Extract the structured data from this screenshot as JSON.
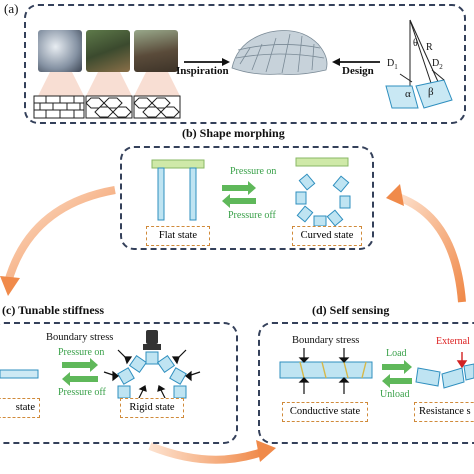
{
  "panel_a": {
    "label": "(a)",
    "inspiration": "Inspiration",
    "design": "Design",
    "geometry_labels": {
      "theta": "θ",
      "r": "R",
      "d1": "D",
      "d1_sub": "1",
      "d2": "D",
      "d2_sub": "2",
      "alpha": "α",
      "beta": "β"
    }
  },
  "panel_b": {
    "title": "(b) Shape morphing",
    "pressure_on": "Pressure on",
    "pressure_off": "Pressure off",
    "flat_state": "Flat state",
    "curved_state": "Curved state"
  },
  "panel_c": {
    "title": "(c) Tunable stiffness",
    "boundary_stress": "Boundary stress",
    "pressure_on": "Pressure on",
    "pressure_off": "Pressure off",
    "left_state_partial": "state",
    "rigid_state": "Rigid state"
  },
  "panel_d": {
    "title": "(d) Self sensing",
    "boundary_stress": "Boundary stress",
    "load": "Load",
    "unload": "Unload",
    "external_partial": "External",
    "conductive_state": "Conductive state",
    "resistance_partial": "Resistance s"
  },
  "colors": {
    "panel_border": "#34405a",
    "cell_fill": "#bfe4f2",
    "cell_stroke": "#2f8fbf",
    "state_border": "#d08a3a",
    "green": "#3aa14a",
    "arrow_orange": "#f2a06a",
    "red": "#d22222"
  },
  "icons": [
    "shell-photo",
    "turtle-photo",
    "tortoise-photo",
    "brick-pattern",
    "hexagon-pattern",
    "shell-structure",
    "actuator-chamber",
    "press-tool",
    "double-arrow"
  ]
}
